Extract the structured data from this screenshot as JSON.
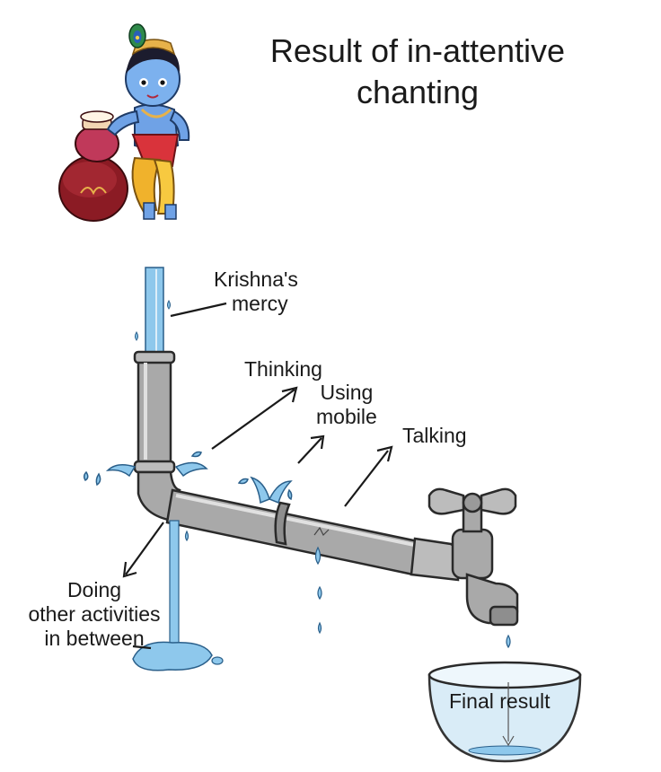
{
  "title": {
    "line1": "Result of in-attentive",
    "line2": "chanting"
  },
  "labels": {
    "mercy": {
      "line1": "Krishna's",
      "line2": "mercy"
    },
    "thinking": "Thinking",
    "mobile": {
      "line1": "Using",
      "line2": "mobile"
    },
    "talking": "Talking",
    "doing": {
      "line1": "Doing",
      "line2": "other activities",
      "line3": "in between"
    },
    "result": "Final result"
  },
  "colors": {
    "water": "#8ec8ec",
    "water_dark": "#4b97cf",
    "pipe": "#a9a9a9",
    "pipe_dark": "#6e6e6e",
    "outline": "#2a2a2a"
  },
  "icons": [
    "krishna-figure",
    "clay-pot",
    "water-pipe",
    "tap",
    "bowl"
  ]
}
